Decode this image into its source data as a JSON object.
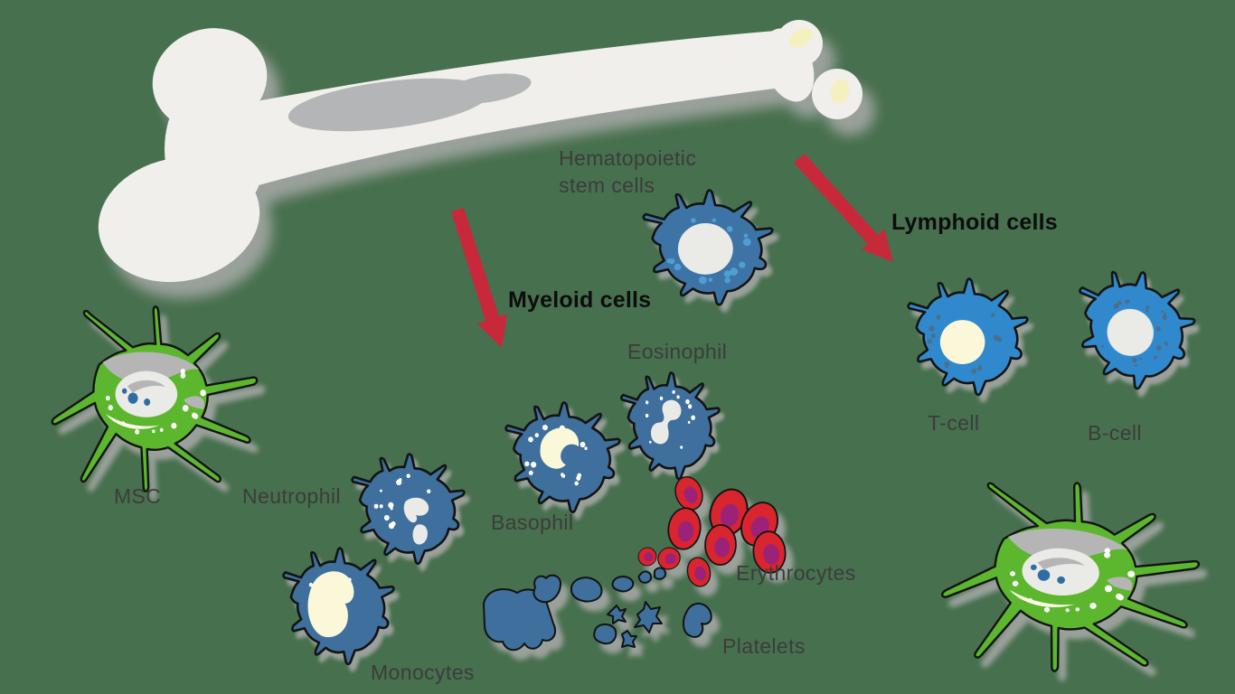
{
  "diagram": {
    "source_label": {
      "line1": "Hematopoietic",
      "line2": "stem cells"
    },
    "branches": {
      "myeloid": "Myeloid cells",
      "lymphoid": "Lymphoid cells"
    },
    "cells": {
      "msc": "MSC",
      "neutrophil": "Neutrophil",
      "basophil": "Basophil",
      "eosinophil": "Eosinophil",
      "monocytes": "Monocytes",
      "erythrocytes": "Erythrocytes",
      "platelets": "Platelets",
      "t_cell": "T-cell",
      "b_cell": "B-cell"
    }
  },
  "palette": {
    "background": "#47704e",
    "shadow": "#9aa19b",
    "bone": "#f0efeb",
    "bone_marrow": "#b3b5b7",
    "bone_highlight": "#f5f0bf",
    "outline": "#131313",
    "myeloid_blue": "#3f6f9c",
    "hsc_blue": "#3d74a5",
    "hsc_spot": "#4f9fd4",
    "lymphoid_blue": "#3189cd",
    "lymphoid_speckle": "#4a6e8e",
    "nucleus_white": "#eaeae6",
    "nucleus_cream": "#faf8d9",
    "msc_green": "#5cb72e",
    "msc_gray": "#b5b5b5",
    "msc_highlight": "#fdfce8",
    "msc_nucleus_dot": "#2e6da4",
    "erythrocyte_red": "#d8252e",
    "erythrocyte_core": "#9c2277",
    "arrow_red": "#c8293a",
    "label": "#3c3c3c",
    "label_bold": "#0d0d0d"
  }
}
